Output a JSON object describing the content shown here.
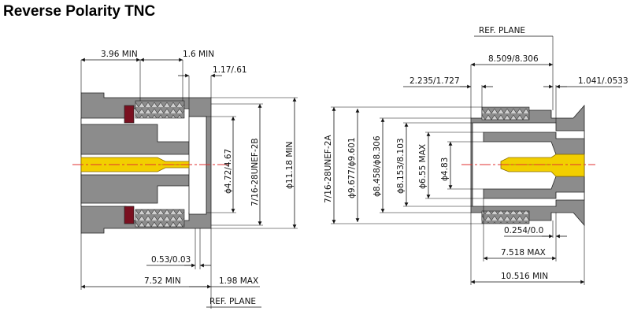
{
  "title": "Reverse Polarity TNC",
  "colors": {
    "body": "#8c8c8c",
    "insulator": "#ffffff",
    "contact": "#f2cf00",
    "seal": "#7a1020",
    "centerline": "#e03030"
  },
  "jack": {
    "dims": {
      "d396": "3.96 MIN",
      "d16": "1.6 MIN",
      "d117": "1.17/.61",
      "d472": "ϕ4.72/4.67",
      "thread": "7/16-28UNEF-2B",
      "d1118": "ϕ11.18 MIN",
      "d053": "0.53/0.03",
      "d752": "7.52 MIN",
      "d198": "1.98 MAX",
      "ref": "REF. PLANE"
    }
  },
  "plug": {
    "dims": {
      "ref": "REF. PLANE",
      "d8509": "8.509/8.306",
      "d2235": "2.235/1.727",
      "d1041": "1.041/.0533",
      "thread": "7/16-28UNEF-2A",
      "d9677": "ϕ9.677/ϕ9.601",
      "d8458": "ϕ8.458/ϕ8.306",
      "d8153": "ϕ8.153/8.103",
      "d655": "ϕ6.55 MAX",
      "d483": "ϕ4.83",
      "d0254": "0.254/0.0",
      "d7518": "7.518 MAX",
      "d10516": "10.516 MIN"
    }
  }
}
